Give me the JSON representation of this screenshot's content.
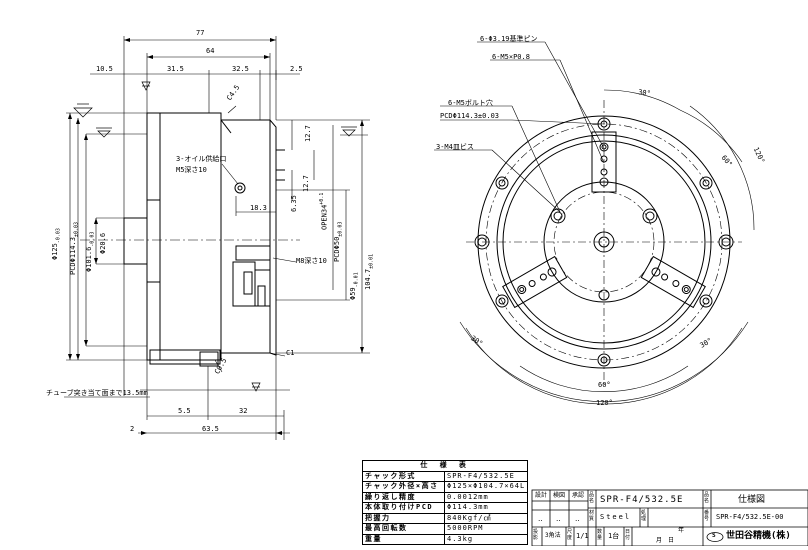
{
  "side_view": {
    "dims_top": {
      "overall": "77",
      "body": "64",
      "left_step": "10.5",
      "mid_left": "31.5",
      "mid_right": "32.5",
      "right_step": "2.5"
    },
    "dims_left": {
      "outer_dia": "Φ125",
      "outer_dia_tol": "-0.03",
      "pcd": "PCDΦ114.3",
      "pcd_tol": "±0.03",
      "boss_dia": "Φ101.6",
      "boss_tol": "-0.03",
      "bore_dia": "Φ20.6"
    },
    "dims_right": {
      "d1": "12.7",
      "d2": "6.35",
      "d3": "12.7",
      "open": "OPEN34",
      "open_tol": "+0.1",
      "pcd50": "PCDΦ50",
      "pcd50_tol": "±0.03",
      "dia59": "Φ59",
      "dia59_tol": "-0.01",
      "height": "104.7",
      "height_tol": "±0.01",
      "inner_w": "18.3"
    },
    "dims_bottom": {
      "d1": "5.5",
      "d2": "32",
      "d3": "2",
      "overall": "63.5"
    },
    "notes": {
      "chamfer_top": "C4.5",
      "chamfer_bottom": "C0.5",
      "c1": "C1",
      "oil_port": "3-オイル供給口",
      "oil_port_spec": "M5深さ10",
      "m8": "M8深さ10",
      "tube": "チューブ突き当て面まで13.5mm"
    }
  },
  "front_view": {
    "callouts": [
      "6-Φ3.19基準ピン",
      "6-M5×P0.8",
      "6-M5ボルト穴",
      "PCDΦ114.3±0.03",
      "3-M4皿ビス"
    ],
    "angles": {
      "a_30_top": "30°",
      "a_60_right": "60°",
      "a_120_right": "120°",
      "a_30_left": "30°",
      "a_30_right": "30°",
      "a_60_bottom": "60°",
      "a_120_bottom": "120°"
    }
  },
  "spec_table": {
    "header": "仕 様 表",
    "rows": [
      {
        "label": "チャック形式",
        "value": "SPR-F4/532.5E"
      },
      {
        "label": "チャック外径×高さ",
        "value": "Φ125×Φ104.7×64L"
      },
      {
        "label": "繰り返し精度",
        "value": "0.0012mm"
      },
      {
        "label": "本体取り付けPCD",
        "value": "Φ114.3mm"
      },
      {
        "label": "把握力",
        "value": "840Kgf/㎠"
      },
      {
        "label": "最高回転数",
        "value": "5000RPM"
      },
      {
        "label": "重量",
        "value": "4.3kg"
      }
    ]
  },
  "title_block": {
    "hdr_design": "設計",
    "hdr_check": "検図",
    "hdr_approve": "承認",
    "placeholders": [
      "‥",
      "‥",
      "‥"
    ],
    "name_label": "品名",
    "name_value": "SPR-F4/532.5E",
    "material_label": "材質",
    "material_value": "Steel",
    "treatment_label": "処理",
    "drawing_title_label": "品名",
    "drawing_title": "仕様図",
    "drawing_no_label": "番号",
    "drawing_no": "SPR-F4/532.5E-00",
    "projection_label": "投影",
    "projection": "3角法",
    "scale_label": "尺度",
    "scale": "1/1",
    "qty_label": "数量",
    "qty": "1台",
    "date_label": "日付",
    "year": "年",
    "month_day": "月　日",
    "company": "世田谷精機(株)",
    "company_mark": "S"
  }
}
